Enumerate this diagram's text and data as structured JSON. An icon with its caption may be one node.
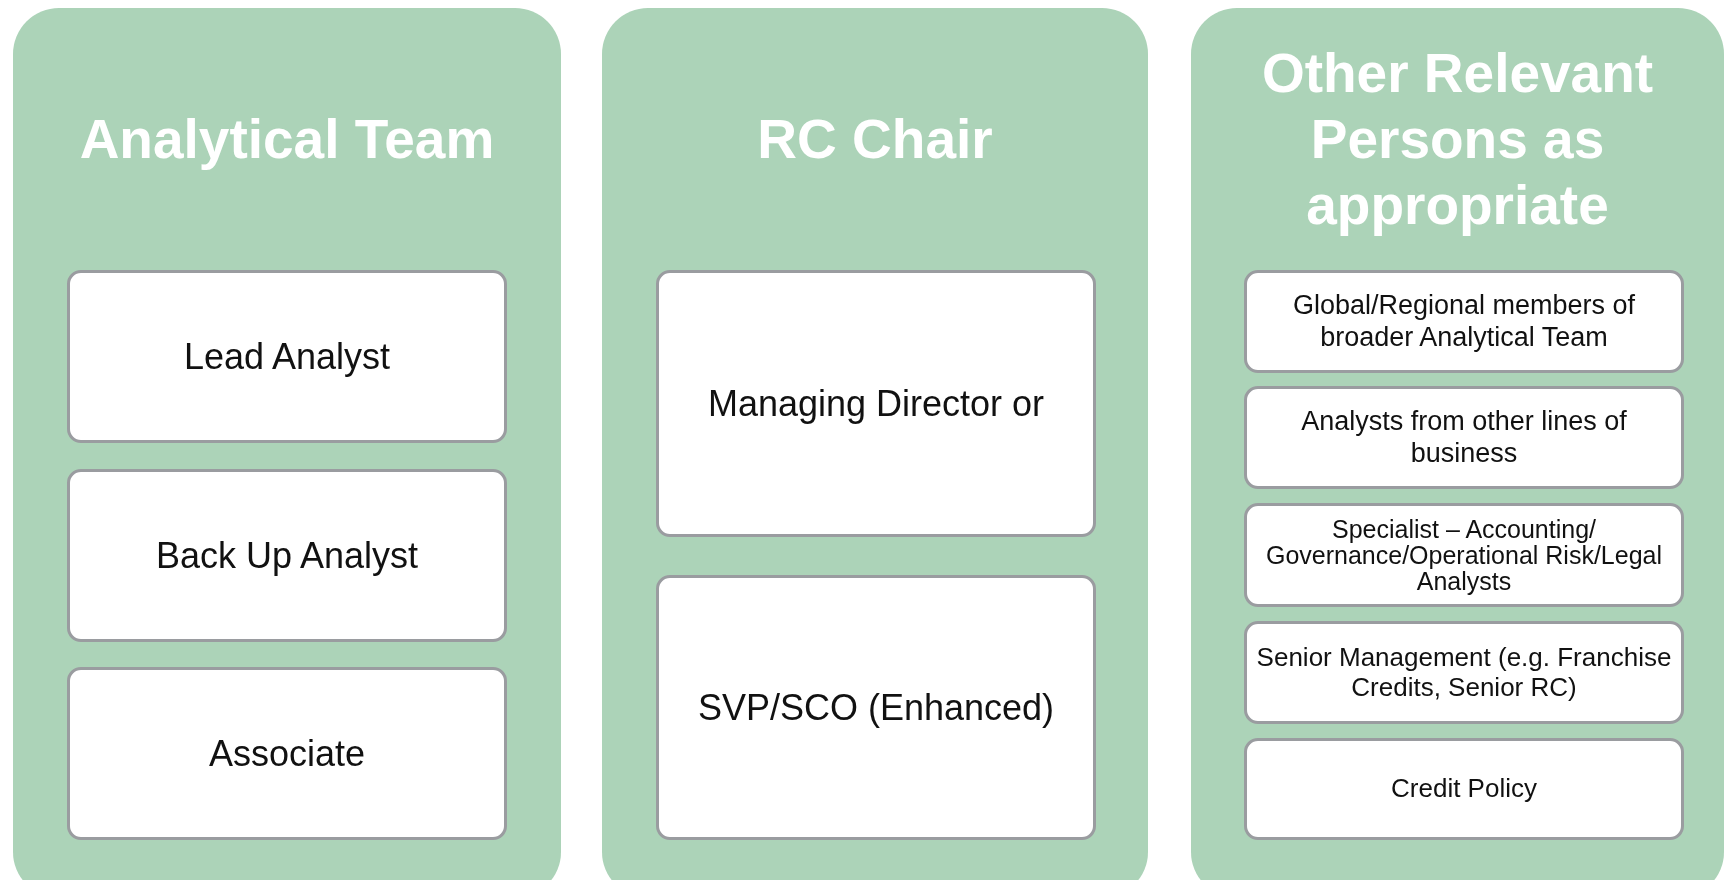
{
  "diagram": {
    "nodes": [
      {
        "text": [
          "Analytical Team"
        ]
      },
      {
        "text": [
          "Lead Analyst"
        ],
        "in": 0
      },
      {
        "text": [
          "Back Up Analyst"
        ],
        "in": 0
      },
      {
        "text": [
          "Associate"
        ],
        "in": 0
      },
      {
        "text": [
          "RC Chair"
        ]
      },
      {
        "text": [
          "Managing Director or"
        ],
        "in": 4
      },
      {
        "text": [
          "SVP/SCO (Enhanced)"
        ],
        "in": 4
      },
      {
        "text": [
          "Other Relevant Persons as appropriate"
        ]
      },
      {
        "text": [
          "Global/Regional members of broader Analytical Team"
        ],
        "in": 7
      },
      {
        "text": [
          "Analysts from other lines of business"
        ],
        "in": 7
      },
      {
        "text": [
          "Specialist – Accounting/ Governance/Operational Risk/Legal Analysts"
        ],
        "in": 7
      },
      {
        "text": [
          "Senior Management (e.g. Franchise Credits, Senior RC)"
        ],
        "in": 7
      },
      {
        "text": [
          "Credit Policy"
        ],
        "in": 7
      }
    ]
  }
}
